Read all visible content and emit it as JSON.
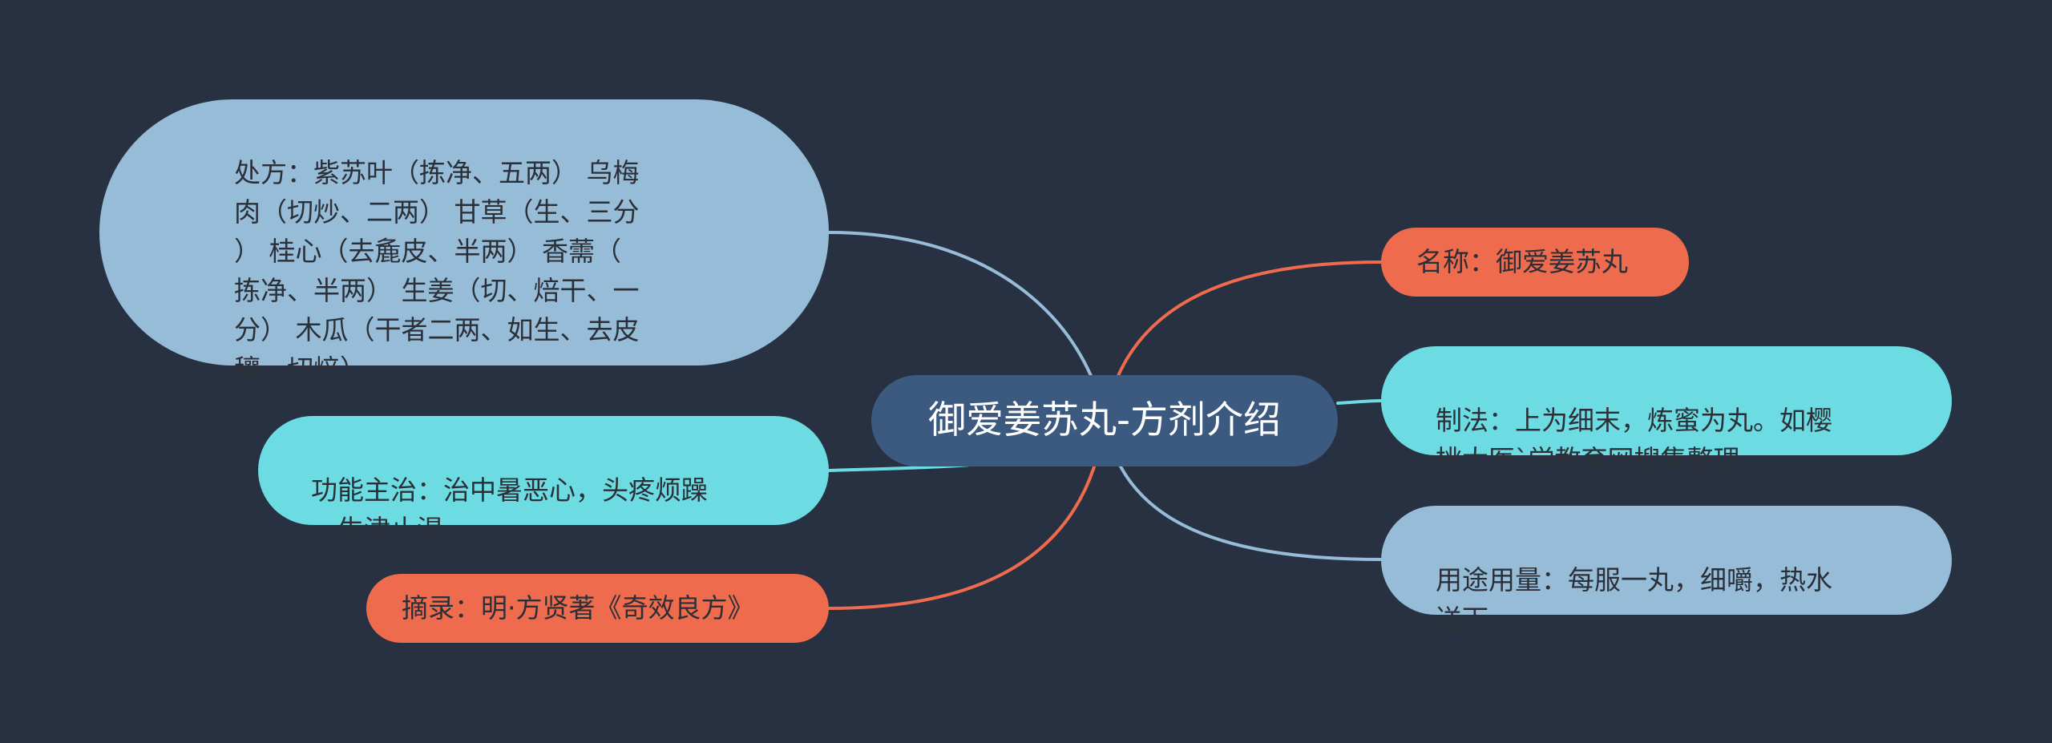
{
  "center": {
    "title": "御爱姜苏丸-方剂介绍",
    "color": "#3c5a80"
  },
  "nodes": {
    "prescription": {
      "text": "处方：紫苏叶（拣净、五两） 乌梅\n肉（切炒、二两） 甘草（生、三分\n） 桂心（去麁皮、半两） 香薷（\n拣净、半两） 生姜（切、焙干、一\n分） 木瓜（干者二两、如生、去皮\n穰、切焙）",
      "color": "#96bcd7"
    },
    "function": {
      "text": "功能主治：治中暑恶心，头疼烦躁\n，生津止渴。",
      "color": "#6cdce2"
    },
    "source": {
      "text": "摘录：明·方贤著《奇效良方》",
      "color": "#ef6b4e"
    },
    "name": {
      "text": "名称：御爱姜苏丸",
      "color": "#ef6b4e"
    },
    "method": {
      "text": "制法：上为细末，炼蜜为丸。如樱\n桃大医`学教育网搜集整理。",
      "color": "#6cdce2"
    },
    "usage": {
      "text": "用途用量：每服一丸，细嚼，热水\n送下。",
      "color": "#96bcd7"
    }
  },
  "theme": {
    "background": "#283142",
    "text_dark": "#2b2f38",
    "text_light": "#ffffff"
  }
}
